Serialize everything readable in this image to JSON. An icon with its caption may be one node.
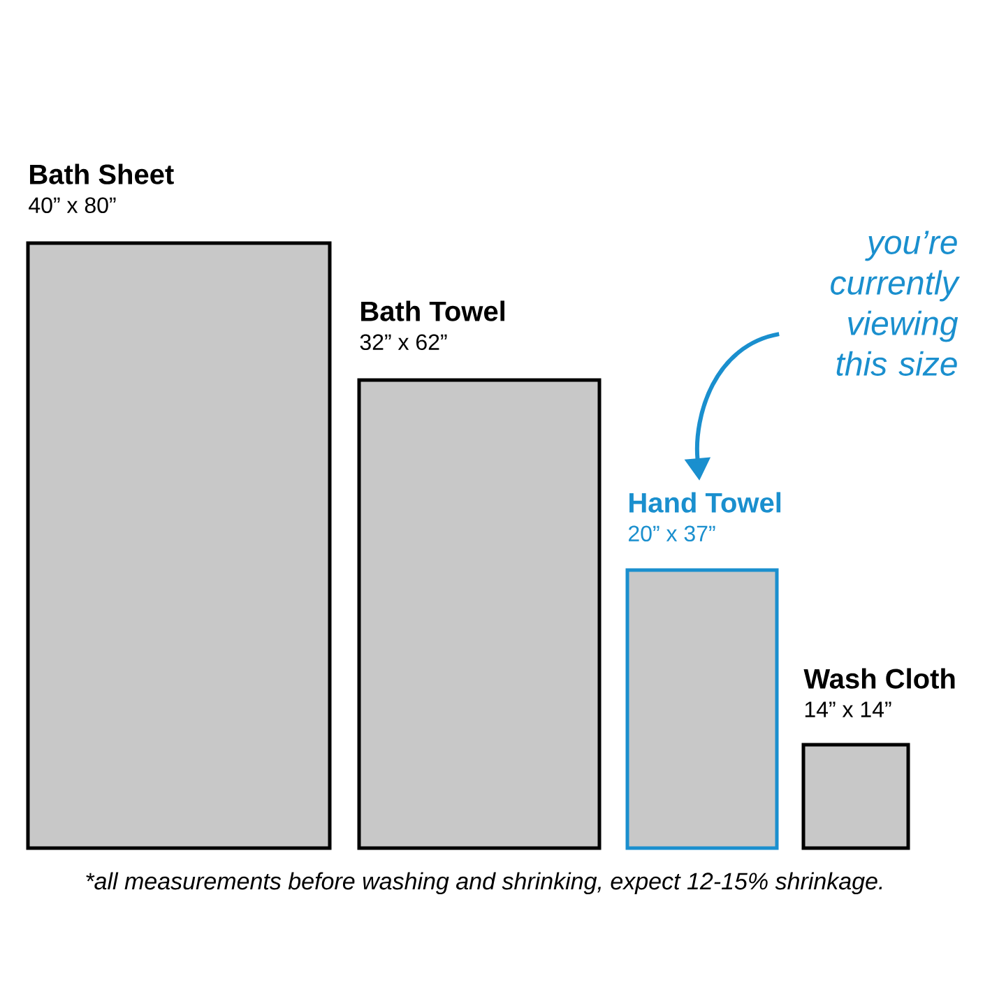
{
  "diagram": {
    "caption": "*all measurements before washing and shrinking, expect 12-15% shrinkage.",
    "nodes": [
      {
        "text": [
          "Bath Sheet",
          "40” x 80”"
        ]
      },
      {
        "text": [
          "Bath Towel",
          "32” x 62”"
        ]
      },
      {
        "text": [
          "Hand Towel",
          "20” x 37”"
        ]
      },
      {
        "text": [
          "Wash Cloth",
          "14” x 14”"
        ]
      },
      {
        "text": [
          "you’re currently viewing this size"
        ]
      }
    ],
    "edges": [
      {
        "from": 4,
        "to": 2,
        "arrow": "to",
        "color": "#1a8fce"
      }
    ]
  }
}
